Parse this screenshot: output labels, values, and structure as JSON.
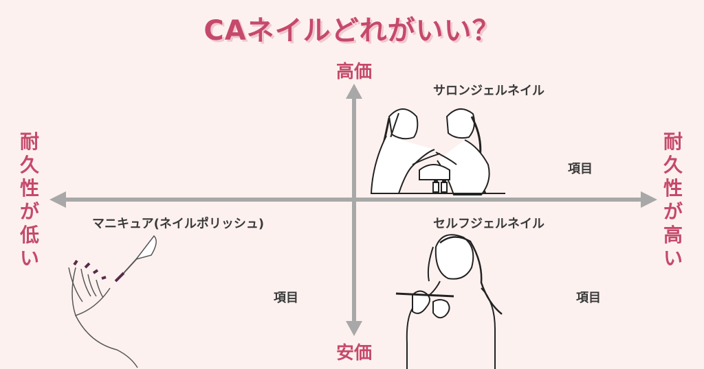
{
  "title": "CAネイルどれがいい？",
  "axes": {
    "top": "高価",
    "bottom": "安価",
    "left": "耐久性が低い",
    "right": "耐久性が高い"
  },
  "items": {
    "salon": "サロンジェルネイル",
    "salon_sub": "項目",
    "manicure": "マニキュア(ネイルポリッシュ)",
    "manicure_sub": "項目",
    "self_gel": "セルフジェルネイル",
    "self_gel_sub": "項目"
  },
  "colors": {
    "accent": "#c5496a",
    "axis": "#a8a8a8",
    "background": "#fcf1ef"
  },
  "icons": [
    "salon-illustration",
    "polish-hand-illustration",
    "self-gel-illustration"
  ]
}
